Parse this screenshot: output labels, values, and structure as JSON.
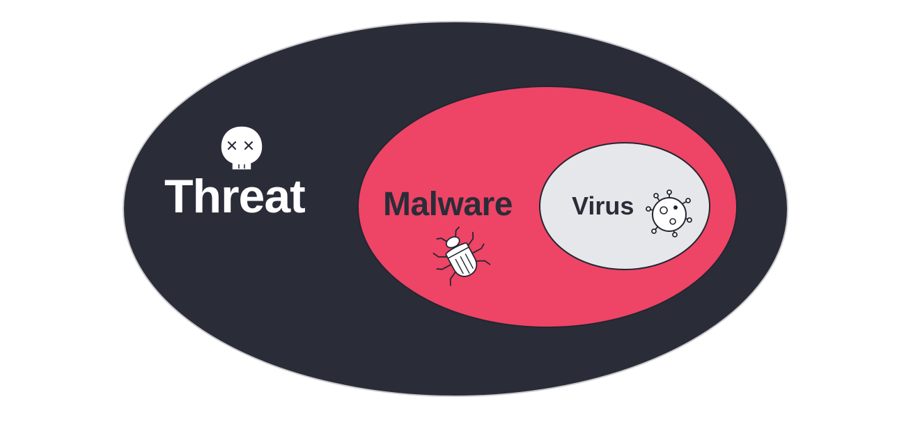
{
  "diagram": {
    "type": "nested-euler",
    "colors": {
      "threat_fill": "#2a2d38",
      "malware_fill": "#ee4466",
      "virus_fill": "#e6e7eb",
      "outline": "#222631",
      "page_background": "#ffffff"
    },
    "sets": [
      {
        "id": "threat",
        "label": "Threat",
        "icon": "skull-icon",
        "contains": [
          "malware"
        ]
      },
      {
        "id": "malware",
        "label": "Malware",
        "icon": "bug-icon",
        "contains": [
          "virus"
        ]
      },
      {
        "id": "virus",
        "label": "Virus",
        "icon": "virus-icon",
        "contains": []
      }
    ]
  }
}
